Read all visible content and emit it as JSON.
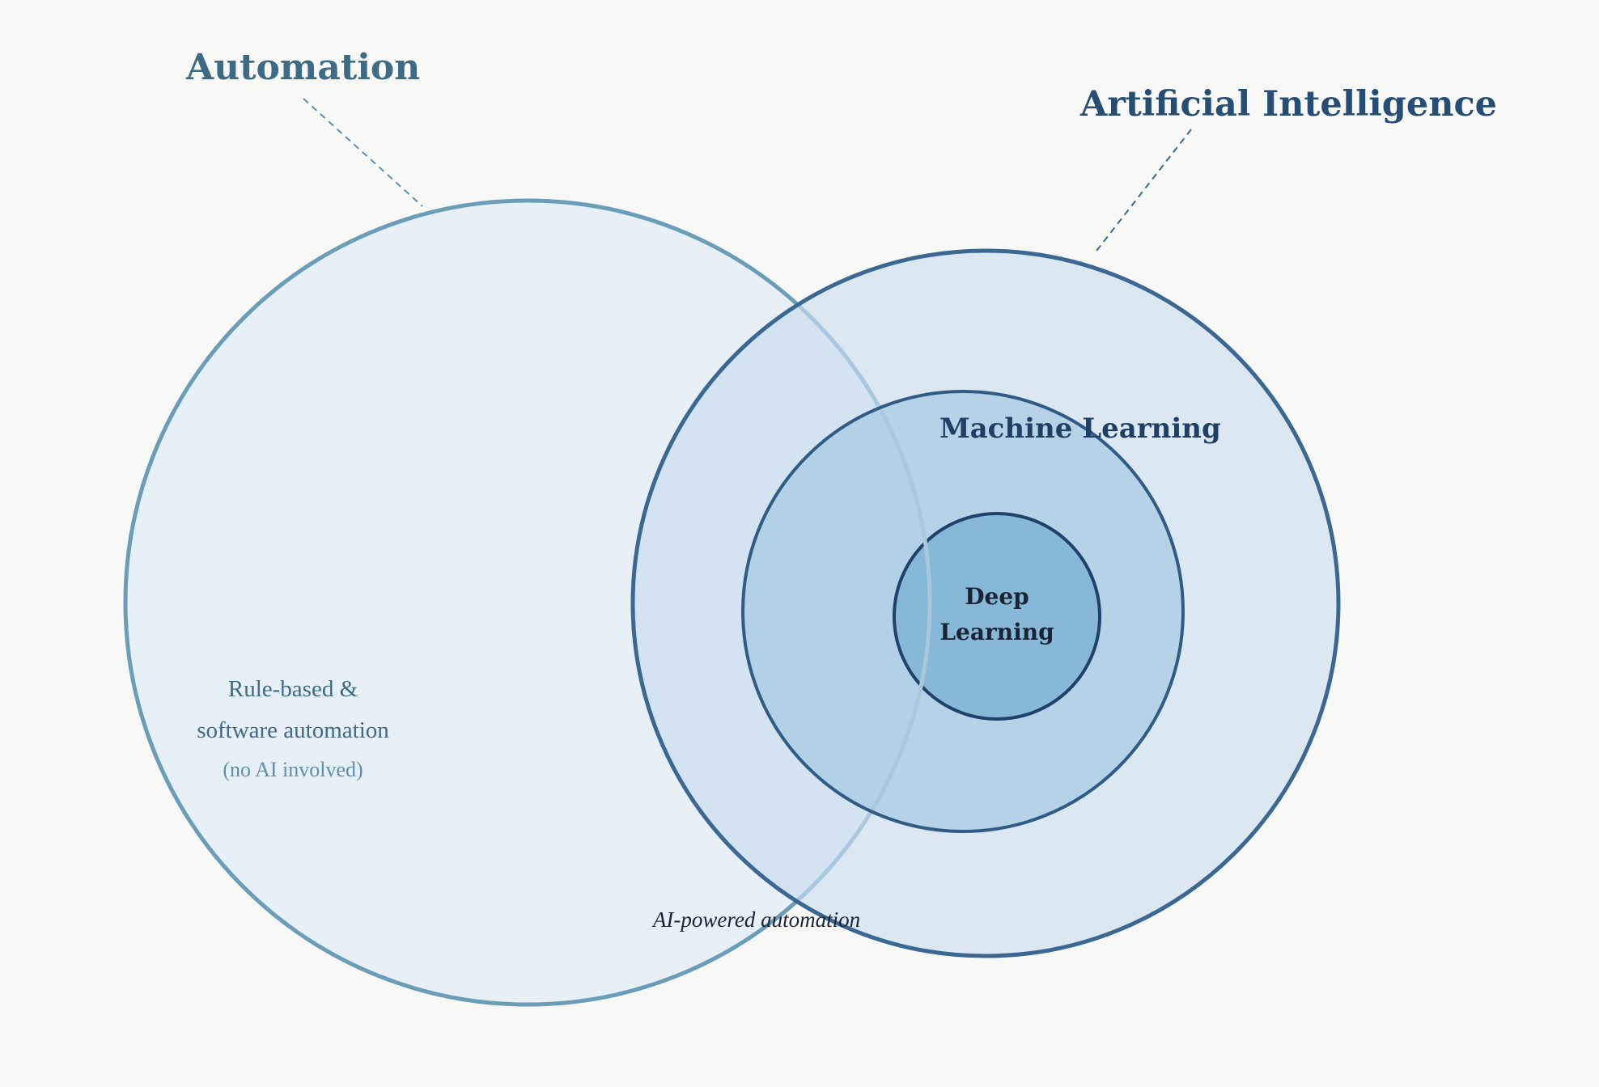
{
  "labels": {
    "automation": "Automation",
    "artificial_intelligence": "Artificial Intelligence",
    "machine_learning": "Machine Learning",
    "deep_learning_line1": "Deep",
    "deep_learning_line2": "Learning",
    "rule_based_line1": "Rule-based &",
    "rule_based_line2": "software automation",
    "rule_based_line3": "(no AI involved)",
    "ai_powered": "AI-powered automation"
  },
  "colors": {
    "background": "#f8f8f7",
    "automation_fill": "#e7eff7",
    "automation_stroke": "#6a9db8",
    "automation_text": "#3d6b86",
    "ai_fill": "#d9e7f3",
    "ai_stroke": "#3a6892",
    "ai_text": "#264e74",
    "ml_fill": "#b4d3e8",
    "ml_stroke": "#2f5b86",
    "ml_text": "#1f3f66",
    "dl_fill": "#86b8d7",
    "dl_stroke": "#1f416b",
    "dl_text": "#1a2436"
  },
  "icons": {
    "automation_leader": "dashed-leader-line",
    "ai_leader": "dashed-leader-line"
  }
}
